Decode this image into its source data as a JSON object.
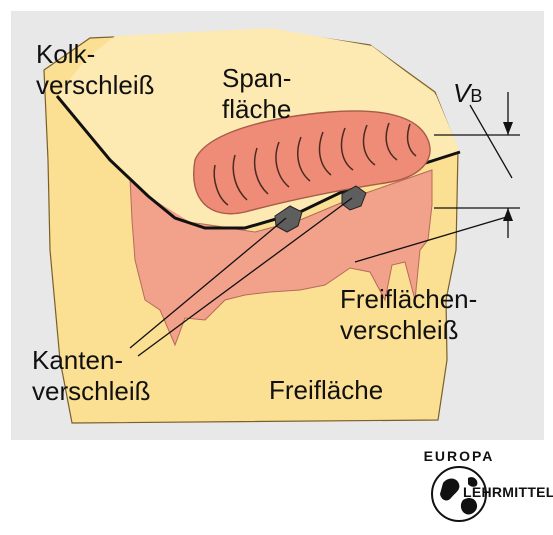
{
  "diagram": {
    "labels": {
      "kolk": "Kolk-\nverschleiß",
      "span": "Span-\nfläche",
      "vb_main": "V",
      "vb_sub": "B",
      "freiflaechen_verschleiss": "Freiflächen-\nverschleiß",
      "kanten": "Kanten-\nverschleiß",
      "freiflaeche": "Freifläche"
    },
    "colors": {
      "background_panel": "#e8e8e8",
      "tool_body": "#fbdf92",
      "rake_face": "#fde9b2",
      "wear_zone": "#f2a18a",
      "crater": "#ee8c78",
      "edge_wear": "#5e5e5e"
    }
  },
  "logo": {
    "top_text": "EUROPA",
    "right_text": "LEHRMITTEL",
    "icon": "globe-icon"
  }
}
